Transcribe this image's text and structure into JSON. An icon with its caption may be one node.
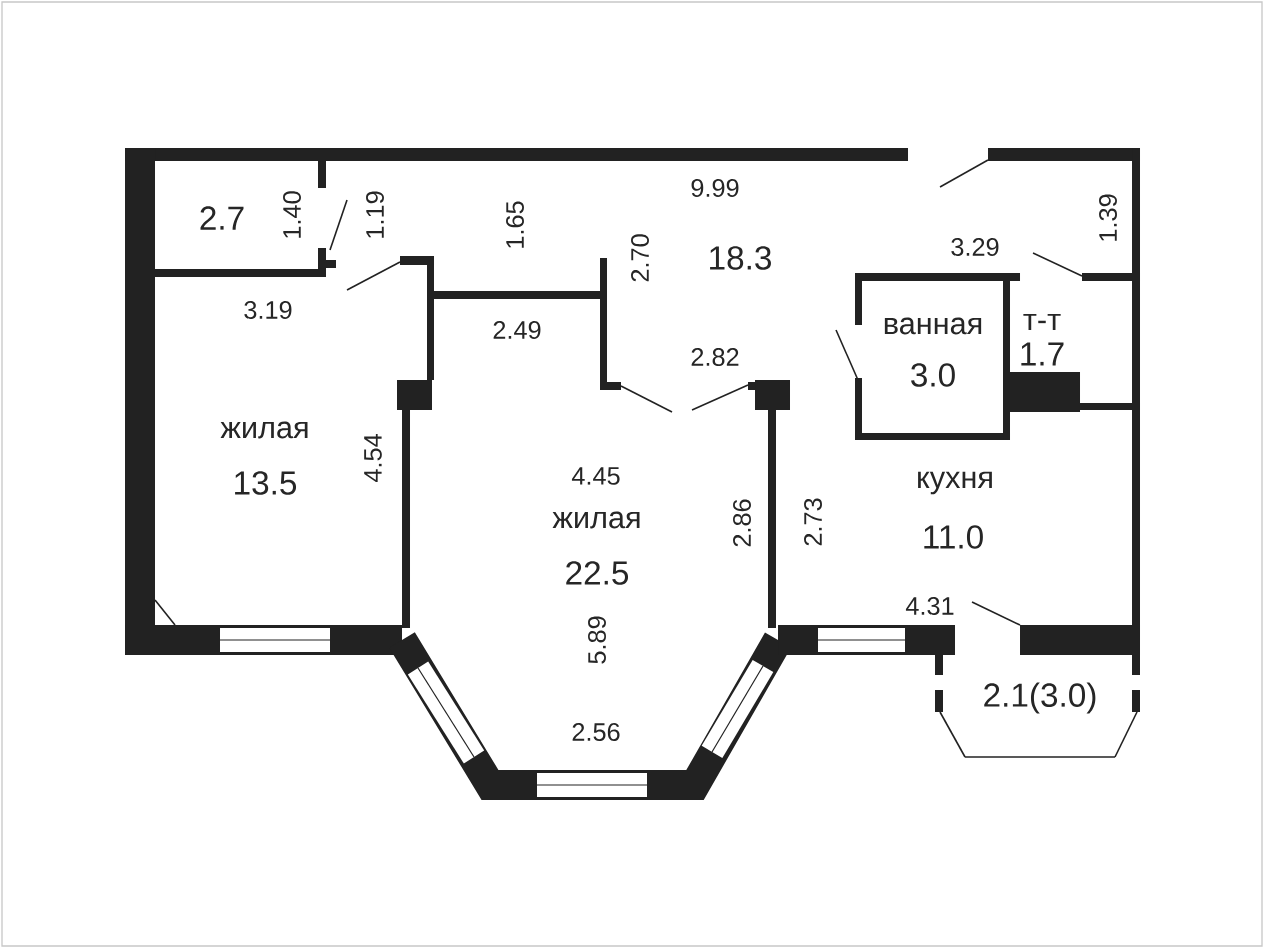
{
  "diagram": {
    "labels": [
      "9.99",
      "2.7",
      "1.40",
      "1.19",
      "1.65",
      "2.70",
      "18.3",
      "3.29",
      "1.39",
      "3.19",
      "2.49",
      "ванная",
      "т-т",
      "2.82",
      "3.0",
      "1.7",
      "жилая",
      "13.5",
      "4.54",
      "4.45",
      "кухня",
      "жилая",
      "2.86",
      "2.73",
      "11.0",
      "22.5",
      "5.89",
      "4.31",
      "2.1(3.0)",
      "2.56"
    ]
  }
}
